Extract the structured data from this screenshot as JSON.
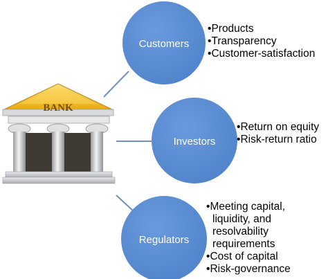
{
  "colors": {
    "circle": "#5b8ed6",
    "connector": "#6f8fbf",
    "roof": "#f4c020",
    "column": "#c9cbce"
  },
  "bank": {
    "sign": "BANK",
    "icon": "bank-building-icon"
  },
  "nodes": [
    {
      "label": "Customers",
      "bullets": [
        "Products",
        "Transparency",
        "Customer-satisfaction"
      ]
    },
    {
      "label": "Investors",
      "bullets": [
        "Return on equity",
        "Risk-return ratio"
      ]
    },
    {
      "label": "Regulators",
      "bullets": [
        "Meeting capital,",
        "liquidity, and",
        "resolvability",
        "requirements",
        "Cost of capital",
        "Risk-governance"
      ]
    }
  ]
}
